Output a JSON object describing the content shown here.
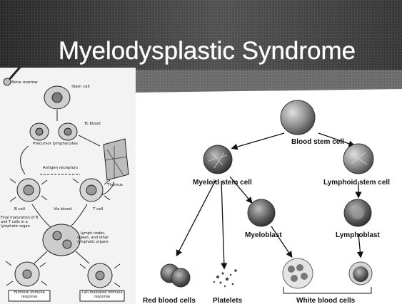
{
  "slide": {
    "title": "Myelodysplastic Syndrome",
    "colors": {
      "title_text": "#ffffff",
      "banner_dark": "#2f2f2f",
      "banner_mid": "#6a6a6a",
      "paper": "#ffffff",
      "ink": "#111111"
    }
  },
  "left_diagram": {
    "labels": {
      "bone_marrow": "Bone marrow",
      "stem_cell": "Stem cell",
      "precursor_lymphocytes": "Precursor lymphocytes",
      "to_blood": "To blood",
      "thymus": "Thymus",
      "antigen_receptors": "Antigen receptors",
      "b_cell": "B cell",
      "t_cell": "T cell",
      "via_blood": "Via blood",
      "final_maturation": "Final maturation of B and T cells in a lymphatic organ",
      "lymph_organs": "Lymph nodes, spleen, and other lymphatic organs",
      "humoral": "Humoral immune response",
      "cell_mediated": "Cell-mediated immune response"
    }
  },
  "tree": {
    "blood_stem_cell": "Blood stem cell",
    "myeloid_stem_cell": "Myeloid stem cell",
    "lymphoid_stem_cell": "Lymphoid stem cell",
    "myeloblast": "Myeloblast",
    "lymphoblast": "Lymphoblast",
    "red_blood_cells": "Red blood cells",
    "platelets": "Platelets",
    "white_blood_cells": "White blood cells"
  }
}
